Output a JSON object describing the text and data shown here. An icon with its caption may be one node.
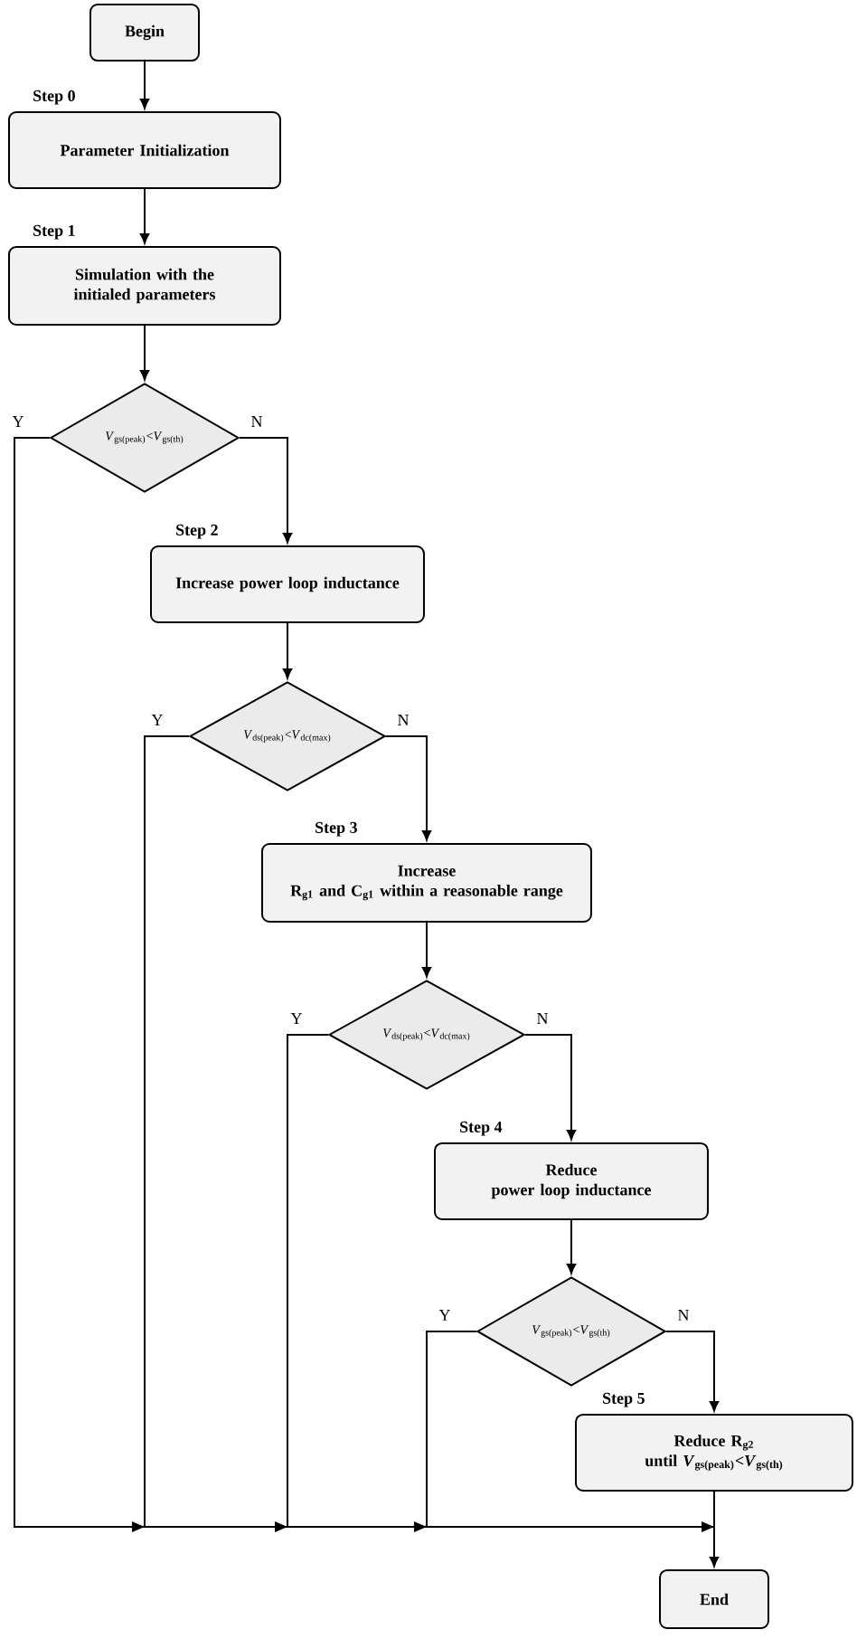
{
  "diagram": {
    "nodes": [
      {
        "text": [
          "Begin"
        ]
      },
      {
        "text": [
          "Parameter Initialization"
        ],
        "beside": [
          "Step 0"
        ]
      },
      {
        "text": [
          "Simulation with the initialed parameters"
        ],
        "beside": [
          "Step 1"
        ]
      },
      {
        "text": [
          "*V*$_{gs(peak)}$<*V*$_{gs(th)}$"
        ]
      },
      {
        "text": [
          "Increase power loop inductance"
        ],
        "beside": [
          "Step 2"
        ]
      },
      {
        "text": [
          "*V*$_{ds(peak)}$<*V*$_{dc(max)}$"
        ]
      },
      {
        "text": [
          "Increase",
          "R$_{g1}$ and C$_{g1}$ within a reasonable range"
        ],
        "beside": [
          "Step 3"
        ]
      },
      {
        "text": [
          "*V*$_{ds(peak)}$<*V*$_{dc(max)}$"
        ]
      },
      {
        "text": [
          "Reduce",
          "power loop inductance"
        ],
        "beside": [
          "Step 4"
        ]
      },
      {
        "text": [
          "*V*$_{gs(peak)}$<*V*$_{gs(th)}$"
        ]
      },
      {
        "text": [
          "Reduce R$_{g2}$",
          "until *V*$_{gs(peak)}$<*V*$_{gs(th)}$"
        ],
        "beside": [
          "Step 5"
        ]
      },
      {
        "text": [
          "End"
        ]
      }
    ],
    "edges": [
      {
        "from": 0,
        "to": 1,
        "arrow": "to"
      },
      {
        "from": 1,
        "to": 2,
        "arrow": "to"
      },
      {
        "from": 2,
        "to": 3,
        "arrow": "to"
      },
      {
        "from": 3,
        "to": 4,
        "arrow": "to",
        "label": "N"
      },
      {
        "from": 3,
        "to": 11,
        "arrow": "to",
        "label": "Y"
      },
      {
        "from": 4,
        "to": 5,
        "arrow": "to"
      },
      {
        "from": 5,
        "to": 6,
        "arrow": "to",
        "label": "N"
      },
      {
        "from": 5,
        "to": 11,
        "arrow": "to",
        "label": "Y"
      },
      {
        "from": 6,
        "to": 7,
        "arrow": "to"
      },
      {
        "from": 7,
        "to": 8,
        "arrow": "to",
        "label": "N"
      },
      {
        "from": 7,
        "to": 11,
        "arrow": "to",
        "label": "Y"
      },
      {
        "from": 8,
        "to": 9,
        "arrow": "to"
      },
      {
        "from": 9,
        "to": 10,
        "arrow": "to",
        "label": "N"
      },
      {
        "from": 9,
        "to": 11,
        "arrow": "to",
        "label": "Y"
      },
      {
        "from": 10,
        "to": 11,
        "arrow": "to"
      }
    ]
  }
}
